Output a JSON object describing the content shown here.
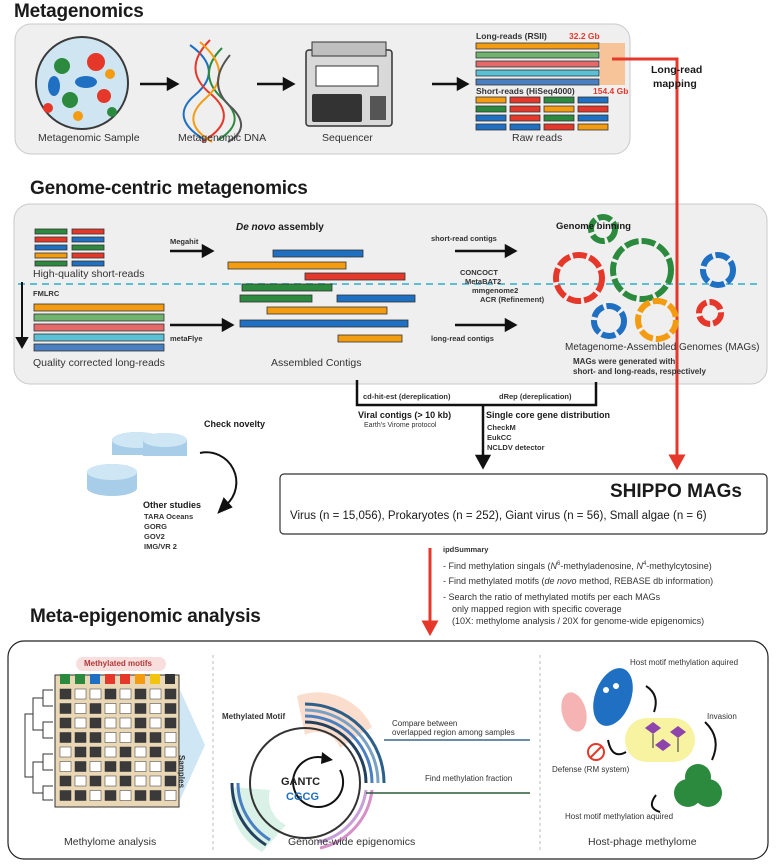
{
  "colors": {
    "red": "#e5382b",
    "blue": "#1f6fc2",
    "green": "#2b8a3e",
    "orange": "#f39c12",
    "cyan": "#5bc0d6",
    "panel": "#efefef"
  },
  "section1": {
    "title": "Metagenomics",
    "sample_label": "Metagenomic Sample",
    "dna_label": "Metagenomic DNA",
    "sequencer_label": "Sequencer",
    "rawreads_label": "Raw reads",
    "long_reads_label": "Long-reads (RSII)",
    "long_reads_size": "32.2 Gb",
    "short_reads_label": "Short-reads (HiSeq4000)",
    "short_reads_size": "154.4 Gb",
    "long_read_mapping_1": "Long-read",
    "long_read_mapping_2": "mapping"
  },
  "section2": {
    "title": "Genome-centric metagenomics",
    "hq_short_label": "High-quality short-reads",
    "megahit": "Megahit",
    "fmlrc": "FMLRC",
    "qc_long_label": "Quality corrected long-reads",
    "metaflye": "metaFlye",
    "denovo_1": "De novo",
    "denovo_2": " assembly",
    "assembled_label": "Assembled Contigs",
    "short_contigs": "short-read contigs",
    "long_contigs": "long-read contigs",
    "binning_tools": [
      "CONCOCT",
      "MetaBAT2",
      "mmgenome2",
      "ACR (Refinement)"
    ],
    "binning_title": "Genome binning",
    "mags_label": "Metagenome-Assembled Genomes (MAGs)",
    "mags_note_1": "MAGs were generated with",
    "mags_note_2": "short- and long-reads, respectively"
  },
  "derep": {
    "cdhit": "cd-hit-est (dereplication)",
    "drep": "dRep (dereplication)",
    "viral_title": "Viral contigs (> 10 kb)",
    "viral_sub": "Earth's Virome protocol",
    "single_core_title": "Single core gene distribution",
    "tools": [
      "CheckM",
      "EukCC",
      "NCLDV detector"
    ]
  },
  "novelty": {
    "title": "Check novelty",
    "other_title": "Other studies",
    "studies": [
      "TARA Oceans",
      "GORG",
      "GOV2",
      "IMG/VR 2"
    ]
  },
  "shippo": {
    "title": "SHIPPO MAGs",
    "counts": "Virus (n = 15,056), Prokaryotes (n = 252), Giant virus (n = 56), Small algae (n = 6)"
  },
  "ipd": {
    "title": "ipdSummary",
    "b1_pre": "- Find methylation singals (",
    "b1_n": "N",
    "b1_s6": "6",
    "b1_mid": "-methyladenosine, ",
    "b1_s4": "4",
    "b1_end": "-methylcytosine)",
    "b2_pre": "- Find methylated motifs (",
    "b2_it": "de novo",
    "b2_end": " method, REBASE db information)",
    "b3_1": "- Search the ratio of methylated motifs per each MAGs",
    "b3_2": "only mapped region with specific coverage",
    "b3_3": "(10X: methylome analysis / 20X for genome-wide epigenomics)"
  },
  "section3": {
    "title": "Meta-epigenomic analysis",
    "methylated_motifs": "Methylated motifs",
    "samples": "Samples",
    "methylome_label": "Methylome analysis",
    "methylated_motif": "Methylated Motif",
    "gantc": "GANTC",
    "cgcg": "CGCG",
    "compare_1": "Compare between",
    "compare_2": "overlapped region among samples",
    "find_fraction": "Find methylation fraction",
    "gw_label": "Genome-wide epigenomics",
    "host_aquired_top": "Host motif methylation aquired",
    "invasion": "Invasion",
    "defense": "Defense (RM system)",
    "host_aquired_bottom": "Host motif methylation aquired",
    "hp_label": "Host-phage methylome"
  }
}
